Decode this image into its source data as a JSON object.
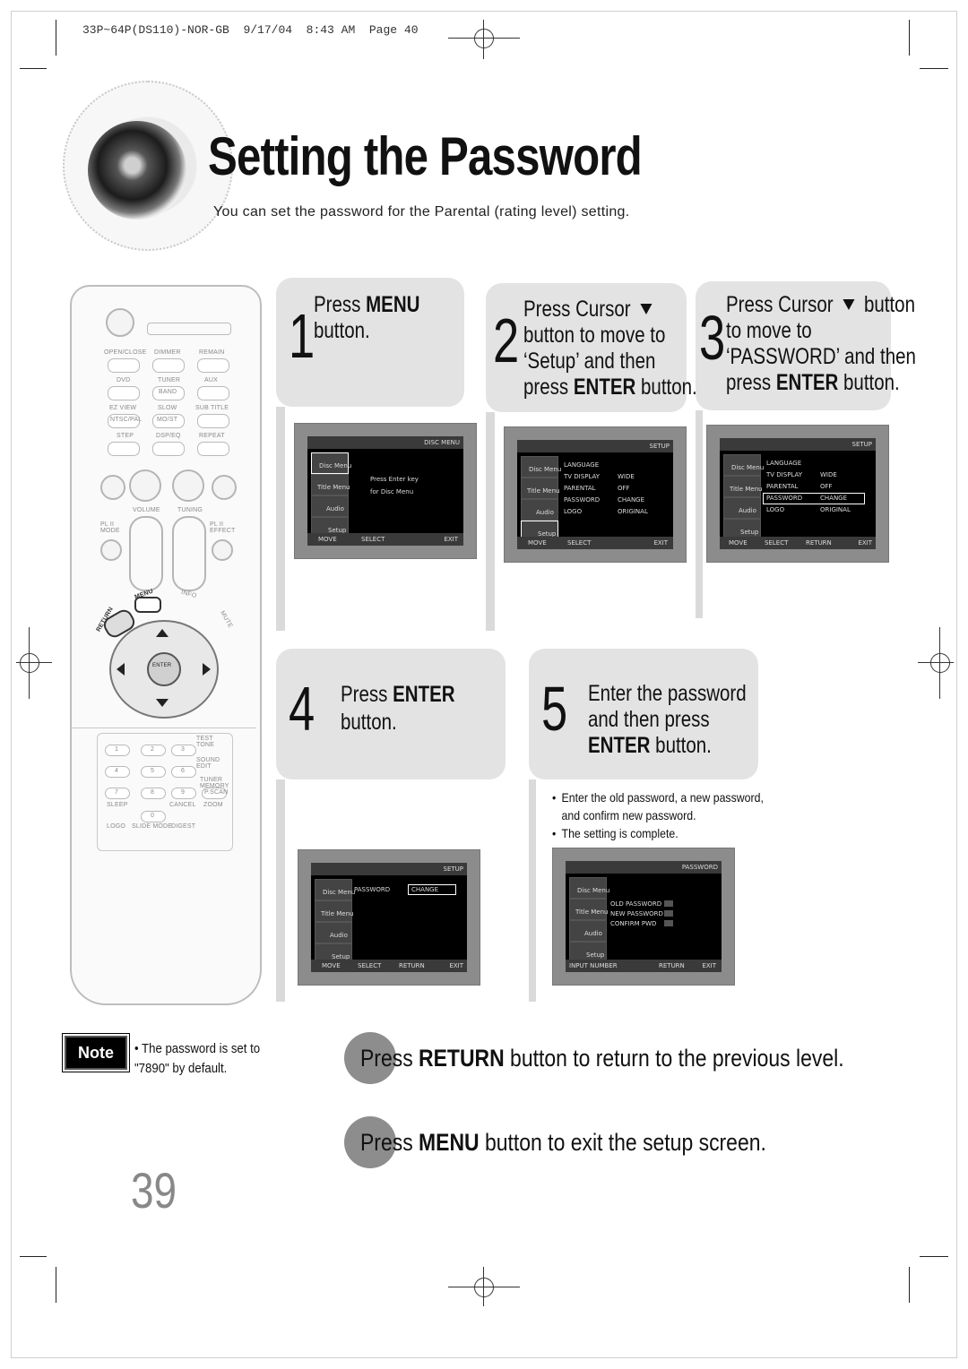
{
  "header": {
    "file": "33P~64P(DS110)-NOR-GB",
    "date": "9/17/04",
    "time": "8:43 AM",
    "page_label": "Page",
    "page_value": "40"
  },
  "title": "Setting the Password",
  "subtitle": "You can set the password for the Parental (rating level) setting.",
  "remote": {
    "labels": [
      "OPEN/CLOSE",
      "DIMMER",
      "REMAIN",
      "DVD",
      "TUNER",
      "AUX",
      "BAND",
      "EZ VIEW",
      "SLOW",
      "SUB TITLE",
      "NTSC/PAL",
      "MO/ST",
      "STEP",
      "DSP/EQ",
      "REPEAT",
      "VOLUME",
      "TUNING",
      "PL II MODE",
      "PL II EFFECT",
      "MENU",
      "INFO",
      "RETURN",
      "MUTE",
      "ENTER",
      "TEST TONE",
      "SOUND EDIT",
      "TUNER MEMORY",
      "P.SCAN",
      "SLEEP",
      "CANCEL",
      "ZOOM",
      "LOGO",
      "SLIDE MODE",
      "DIGEST"
    ],
    "numpad": [
      "1",
      "2",
      "3",
      "4",
      "5",
      "6",
      "7",
      "8",
      "9",
      "0"
    ]
  },
  "steps": [
    {
      "num": "1",
      "pre": "Press ",
      "bold": "MENU",
      "post": "",
      "line2": "button."
    },
    {
      "num": "2",
      "l1": "Press Cursor",
      "icon": "down-triangle-icon",
      "l2": "button to move to",
      "l3": "‘Setup’ and then",
      "l4_pre": "press ",
      "l4_bold": "ENTER",
      "l4_post": " button."
    },
    {
      "num": "3",
      "l1_pre": "Press Cursor",
      "l1_post": "button",
      "icon": "down-triangle-icon",
      "l2": "to move to",
      "l3": "‘PASSWORD’ and then",
      "l4_pre": "press ",
      "l4_bold": "ENTER",
      "l4_post": " button."
    },
    {
      "num": "4",
      "pre": "Press ",
      "bold": "ENTER",
      "line2": "button."
    },
    {
      "num": "5",
      "l1": "Enter the password",
      "l2": "and then press",
      "l3_bold": "ENTER",
      "l3_post": " button."
    }
  ],
  "screens": {
    "s1": {
      "header_right": "DISC MENU",
      "side": [
        "Disc Menu",
        "Title Menu",
        "Audio",
        "Setup"
      ],
      "msg1": "Press Enter key",
      "msg2": "for Disc Menu",
      "footer": [
        "MOVE",
        "SELECT",
        "EXIT"
      ]
    },
    "s2": {
      "header_right": "SETUP",
      "side": [
        "Disc Menu",
        "Title Menu",
        "Audio",
        "Setup"
      ],
      "rows": [
        [
          "LANGUAGE",
          ""
        ],
        [
          "TV DISPLAY",
          "WIDE"
        ],
        [
          "PARENTAL",
          "OFF"
        ],
        [
          "PASSWORD",
          "CHANGE"
        ],
        [
          "LOGO",
          "ORIGINAL"
        ]
      ],
      "footer": [
        "MOVE",
        "SELECT",
        "EXIT"
      ]
    },
    "s3": {
      "header_right": "SETUP",
      "side": [
        "Disc Menu",
        "Title Menu",
        "Audio",
        "Setup"
      ],
      "rows": [
        [
          "LANGUAGE",
          ""
        ],
        [
          "TV DISPLAY",
          "WIDE"
        ],
        [
          "PARENTAL",
          "OFF"
        ],
        [
          "PASSWORD",
          "CHANGE"
        ],
        [
          "LOGO",
          "ORIGINAL"
        ]
      ],
      "footer": [
        "MOVE",
        "SELECT",
        "RETURN",
        "EXIT"
      ]
    },
    "s4": {
      "header_right": "SETUP",
      "side": [
        "Disc Menu",
        "Title Menu",
        "Audio",
        "Setup"
      ],
      "row": [
        "PASSWORD",
        "CHANGE"
      ],
      "footer": [
        "MOVE",
        "SELECT",
        "RETURN",
        "EXIT"
      ]
    },
    "s5": {
      "header_right": "PASSWORD",
      "side": [
        "Disc Menu",
        "Title Menu",
        "Audio",
        "Setup"
      ],
      "rows": [
        "OLD PASSWORD",
        "NEW PASSWORD",
        "CONFIRM PWD"
      ],
      "footer": [
        "INPUT NUMBER",
        "RETURN",
        "EXIT"
      ]
    }
  },
  "step5_notes": [
    "Enter the old password, a new password,",
    "and confirm new password.",
    "The setting is complete."
  ],
  "note": {
    "badge": "Note",
    "line1": "The password is set to",
    "line2": "\"7890\" by default."
  },
  "tips": [
    {
      "pre": "Press ",
      "bold": "RETURN",
      "post": " button to return to the previous level."
    },
    {
      "pre": "Press ",
      "bold": "MENU",
      "post": " button to exit the setup screen."
    }
  ],
  "page_number": "39"
}
